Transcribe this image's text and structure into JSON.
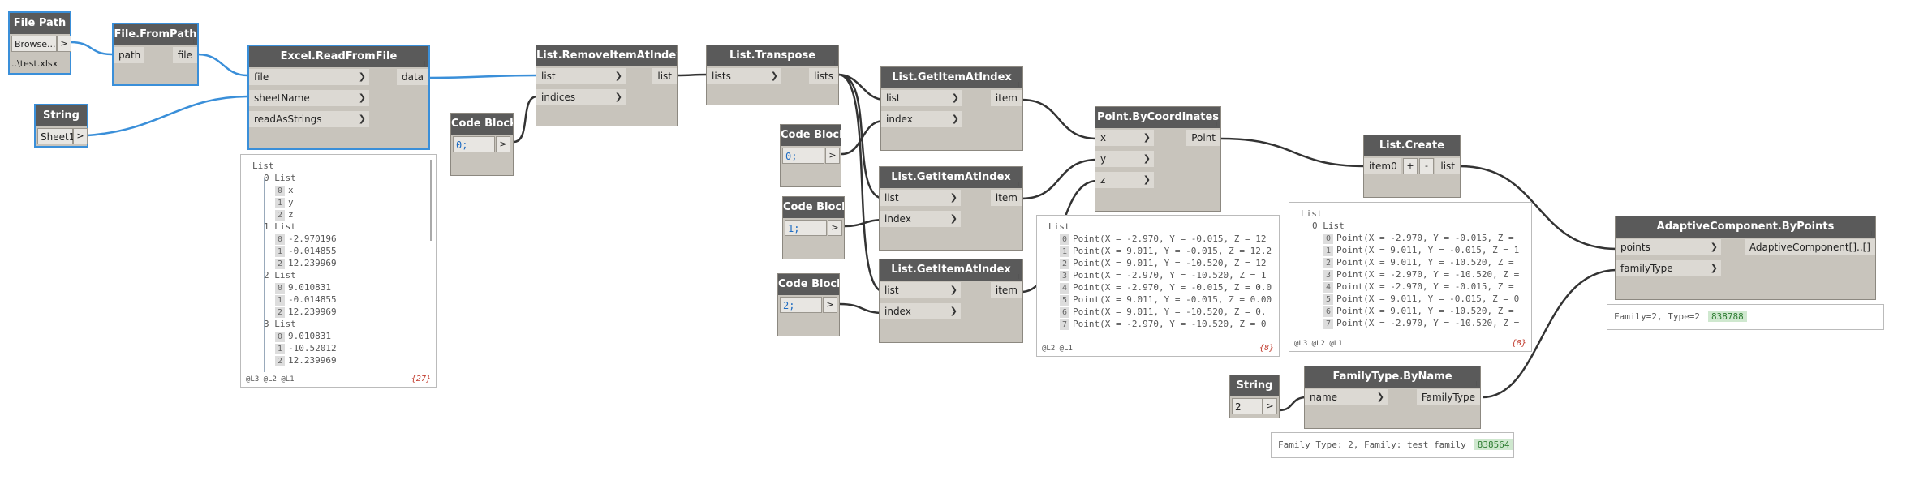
{
  "nodes": {
    "file_path": {
      "title": "File Path",
      "browse": "Browse...",
      "browse_btn": ">",
      "value": "..\\test.xlsx"
    },
    "file_from_path": {
      "title": "File.FromPath",
      "in": [
        "path"
      ],
      "out": [
        "file"
      ]
    },
    "excel_read": {
      "title": "Excel.ReadFromFile",
      "in": [
        "file",
        "sheetName",
        "readAsStrings"
      ],
      "out": [
        "data"
      ]
    },
    "string_sheet": {
      "title": "String",
      "value": "Sheet1",
      "btn": ">"
    },
    "code_block_0": {
      "title": "Code Block",
      "code": "0;",
      "btn": ">"
    },
    "remove_item": {
      "title": "List.RemoveItemAtIndex",
      "in": [
        "list",
        "indices"
      ],
      "out": [
        "list"
      ]
    },
    "transpose": {
      "title": "List.Transpose",
      "in": [
        "lists"
      ],
      "out": [
        "lists"
      ]
    },
    "code_block_a": {
      "title": "Code Block",
      "code": "0;",
      "btn": ">"
    },
    "code_block_b": {
      "title": "Code Block",
      "code": "1;",
      "btn": ">"
    },
    "code_block_c": {
      "title": "Code Block",
      "code": "2;",
      "btn": ">"
    },
    "get_item_1": {
      "title": "List.GetItemAtIndex",
      "in": [
        "list",
        "index"
      ],
      "out": [
        "item"
      ]
    },
    "get_item_2": {
      "title": "List.GetItemAtIndex",
      "in": [
        "list",
        "index"
      ],
      "out": [
        "item"
      ]
    },
    "get_item_3": {
      "title": "List.GetItemAtIndex",
      "in": [
        "list",
        "index"
      ],
      "out": [
        "item"
      ]
    },
    "point_by_coords": {
      "title": "Point.ByCoordinates",
      "in": [
        "x",
        "y",
        "z"
      ],
      "out": [
        "Point"
      ]
    },
    "list_create": {
      "title": "List.Create",
      "in": [
        "item0"
      ],
      "plus": "+",
      "minus": "-",
      "out": [
        "list"
      ]
    },
    "adaptive": {
      "title": "AdaptiveComponent.ByPoints",
      "in": [
        "points",
        "familyType"
      ],
      "out": [
        "AdaptiveComponent[]..[]"
      ]
    },
    "string_2": {
      "title": "String",
      "value": "2",
      "btn": ">"
    },
    "family_type": {
      "title": "FamilyType.ByName",
      "in": [
        "name"
      ],
      "out": [
        "FamilyType"
      ]
    }
  },
  "previews": {
    "excel": {
      "lines": [
        {
          "t": "List"
        },
        {
          "t": "0 List",
          "lvl": 1
        },
        {
          "i": "0",
          "t": "x",
          "lvl": 2
        },
        {
          "i": "1",
          "t": "y",
          "lvl": 2
        },
        {
          "i": "2",
          "t": "z",
          "lvl": 2
        },
        {
          "t": "1 List",
          "lvl": 1
        },
        {
          "i": "0",
          "t": "-2.970196",
          "lvl": 2
        },
        {
          "i": "1",
          "t": "-0.014855",
          "lvl": 2
        },
        {
          "i": "2",
          "t": "12.239969",
          "lvl": 2
        },
        {
          "t": "2 List",
          "lvl": 1
        },
        {
          "i": "0",
          "t": "9.010831",
          "lvl": 2
        },
        {
          "i": "1",
          "t": "-0.014855",
          "lvl": 2
        },
        {
          "i": "2",
          "t": "12.239969",
          "lvl": 2
        },
        {
          "t": "3 List",
          "lvl": 1
        },
        {
          "i": "0",
          "t": "9.010831",
          "lvl": 2
        },
        {
          "i": "1",
          "t": "-10.52012",
          "lvl": 2
        },
        {
          "i": "2",
          "t": "12.239969",
          "lvl": 2
        }
      ],
      "footer": "@L3 @L2 @L1",
      "count": "{27}"
    },
    "points": {
      "lines": [
        {
          "t": "List"
        },
        {
          "i": "0",
          "t": "Point(X = -2.970, Y = -0.015, Z = 12",
          "lvl": 1
        },
        {
          "i": "1",
          "t": "Point(X = 9.011, Y = -0.015, Z = 12.2",
          "lvl": 1
        },
        {
          "i": "2",
          "t": "Point(X = 9.011, Y = -10.520, Z = 12",
          "lvl": 1
        },
        {
          "i": "3",
          "t": "Point(X = -2.970, Y = -10.520, Z = 1",
          "lvl": 1
        },
        {
          "i": "4",
          "t": "Point(X = -2.970, Y = -0.015, Z = 0.0",
          "lvl": 1
        },
        {
          "i": "5",
          "t": "Point(X = 9.011, Y = -0.015, Z = 0.00",
          "lvl": 1
        },
        {
          "i": "6",
          "t": "Point(X = 9.011, Y = -10.520, Z = 0.",
          "lvl": 1
        },
        {
          "i": "7",
          "t": "Point(X = -2.970, Y = -10.520, Z = 0",
          "lvl": 1
        }
      ],
      "footer": "@L2 @L1",
      "count": "{8}"
    },
    "list_create": {
      "lines": [
        {
          "t": "List"
        },
        {
          "t": "0 List",
          "lvl": 1
        },
        {
          "i": "0",
          "t": "Point(X = -2.970, Y = -0.015, Z =",
          "lvl": 2
        },
        {
          "i": "1",
          "t": "Point(X = 9.011, Y = -0.015, Z = 1",
          "lvl": 2
        },
        {
          "i": "2",
          "t": "Point(X = 9.011, Y = -10.520, Z =",
          "lvl": 2
        },
        {
          "i": "3",
          "t": "Point(X = -2.970, Y = -10.520, Z =",
          "lvl": 2
        },
        {
          "i": "4",
          "t": "Point(X = -2.970, Y = -0.015, Z =",
          "lvl": 2
        },
        {
          "i": "5",
          "t": "Point(X = 9.011, Y = -0.015, Z = 0",
          "lvl": 2
        },
        {
          "i": "6",
          "t": "Point(X = 9.011, Y = -10.520, Z =",
          "lvl": 2
        },
        {
          "i": "7",
          "t": "Point(X = -2.970, Y = -10.520, Z =",
          "lvl": 2
        }
      ],
      "footer": "@L3 @L2 @L1",
      "count": "{8}"
    }
  },
  "summaries": {
    "adaptive": {
      "text": "Family=2, Type=2",
      "id": "838788"
    },
    "family_type": {
      "text": "Family Type: 2, Family: test family",
      "id": "838564"
    }
  },
  "colors": {
    "wire": "#333333",
    "wire_selected": "#3a8fd9",
    "title_bg": "#5a5a5a",
    "node_bg": "#c8c4bc",
    "selected_border": "#3a8fd9"
  }
}
